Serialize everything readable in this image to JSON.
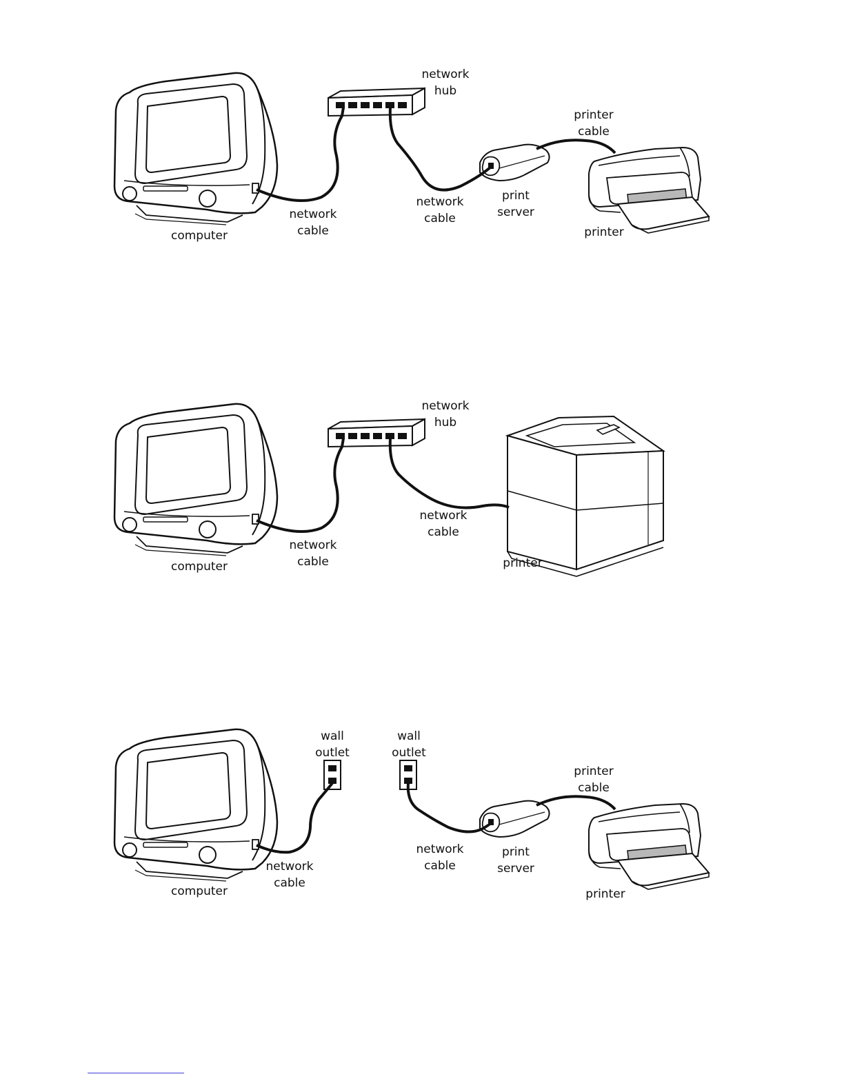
{
  "colors": {
    "ink": "#111111",
    "paper_gray": "#b8b8b8",
    "link": "#3b3bd8"
  },
  "diagram1": {
    "labels": {
      "network_hub": [
        "network",
        "hub"
      ],
      "printer_cable": [
        "printer",
        "cable"
      ],
      "network_cable_left": [
        "network",
        "cable"
      ],
      "network_cable_right": [
        "network",
        "cable"
      ],
      "print_server": [
        "print",
        "server"
      ],
      "computer": "computer",
      "printer": "printer"
    }
  },
  "diagram2": {
    "labels": {
      "network_hub": [
        "network",
        "hub"
      ],
      "network_cable_left": [
        "network",
        "cable"
      ],
      "network_cable_right": [
        "network",
        "cable"
      ],
      "computer": "computer",
      "printer": "printer"
    }
  },
  "diagram3": {
    "labels": {
      "wall_outlet_left": [
        "wall",
        "outlet"
      ],
      "wall_outlet_right": [
        "wall",
        "outlet"
      ],
      "printer_cable": [
        "printer",
        "cable"
      ],
      "network_cable_left": [
        "network",
        "cable"
      ],
      "network_cable_right": [
        "network",
        "cable"
      ],
      "print_server": [
        "print",
        "server"
      ],
      "computer": "computer",
      "printer": "printer"
    }
  }
}
